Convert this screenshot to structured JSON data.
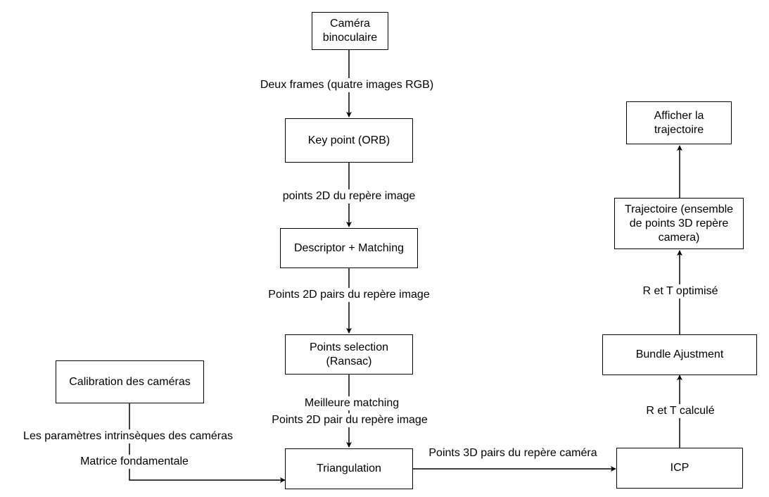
{
  "nodes": {
    "camera": "Caméra\nbinoculaire",
    "keypoint": "Key point (ORB)",
    "descriptor": "Descriptor + Matching",
    "selection": "Points selection\n(Ransac)",
    "calibration": "Calibration des caméras",
    "triangulation": "Triangulation",
    "icp": "ICP",
    "bundle": "Bundle Ajustment",
    "trajectoire": "Trajectoire (ensemble\nde points 3D repère\ncamera)",
    "afficher": "Afficher la\ntrajectoire"
  },
  "edge_labels": {
    "camera_keypoint": "Deux frames (quatre images RGB)",
    "keypoint_descriptor": "points 2D  du repère image",
    "descriptor_selection": "Points 2D pairs du repère image",
    "selection_triangulation_1": "Meilleure matching",
    "selection_triangulation_2": "Points 2D pair du repère image",
    "calibration_triangulation_1": "Les paramètres intrinsèques des caméras",
    "calibration_triangulation_2": "Matrice fondamentale",
    "triangulation_icp": "Points 3D pairs du repère caméra",
    "icp_bundle": "R et T calculé",
    "bundle_trajectoire": "R et T optimisé"
  }
}
